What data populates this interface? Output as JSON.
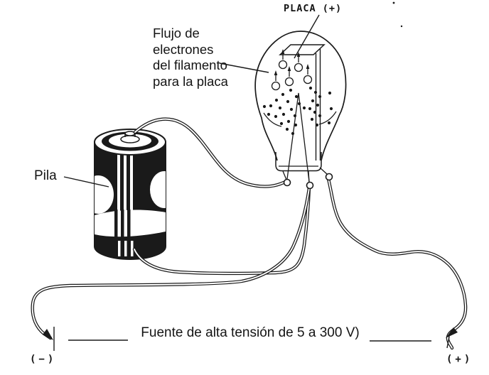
{
  "diagram": {
    "labels": {
      "plate": "PLACA (+)",
      "electron_flow_line1": "Flujo de",
      "electron_flow_line2": "electrones",
      "electron_flow_line3": "del filamento",
      "electron_flow_line4": "para la placa",
      "battery": "Pila",
      "voltage_source": "Fuente de alta tensión de 5 a 300 V)",
      "negative_terminal": "(−)",
      "positive_terminal": "(+)"
    },
    "colors": {
      "ink": "#1a1a1a",
      "background": "#ffffff"
    }
  }
}
